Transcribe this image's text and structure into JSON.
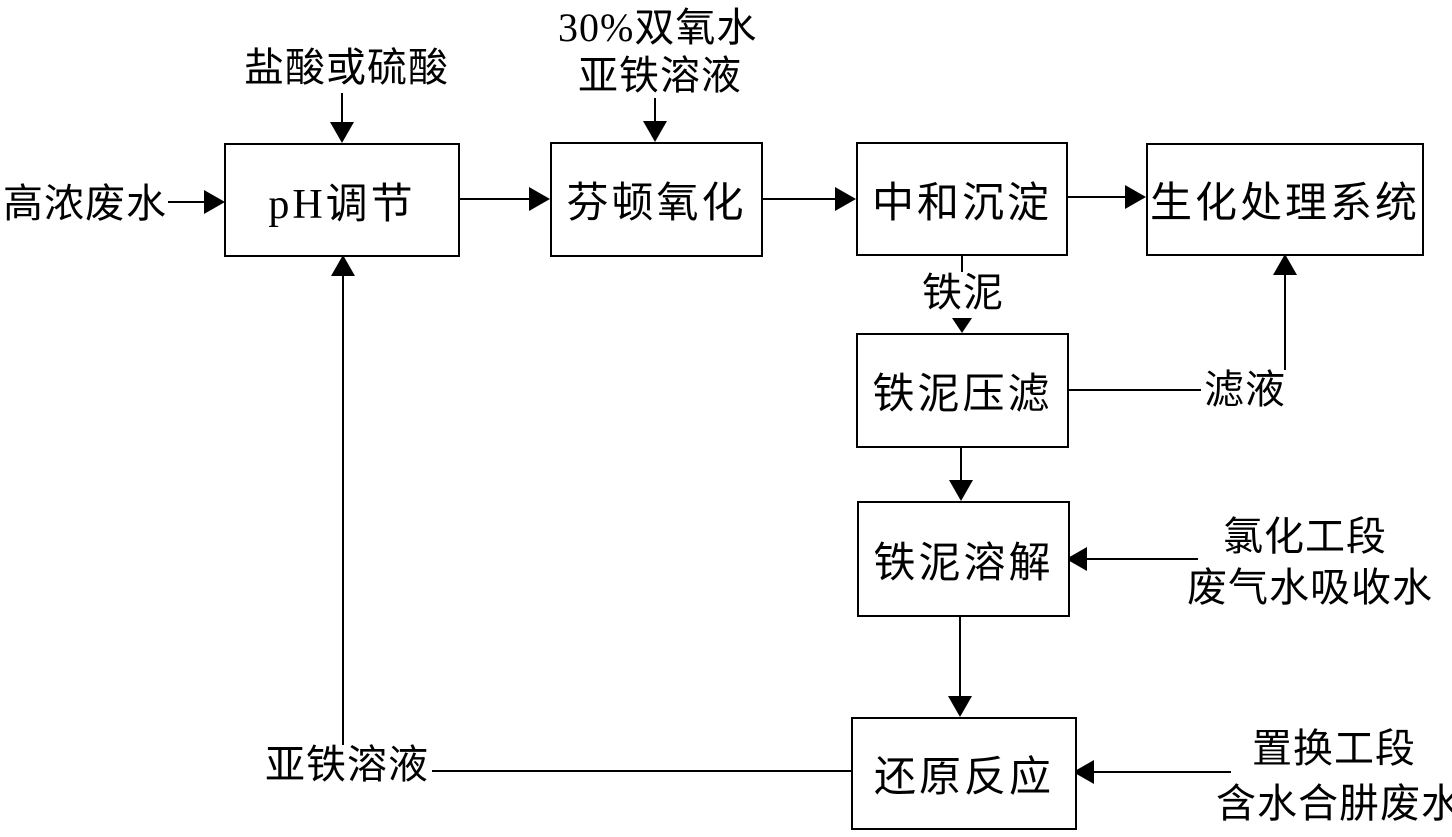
{
  "colors": {
    "line": "#000000",
    "background": "#ffffff"
  },
  "flowchart": {
    "boxes": {
      "ph_adjust": "pH调节",
      "fenton_oxidation": "芬顿氧化",
      "neutralization": "中和沉淀",
      "biochemical_system": "生化处理系统",
      "sludge_press": "铁泥压滤",
      "sludge_dissolve": "铁泥溶解",
      "reduction_reaction": "还原反应"
    },
    "labels": {
      "influent": "高浓废水",
      "acid_feed": "盐酸或硫酸",
      "peroxide_line1": "30%双氧水",
      "peroxide_line2": "亚铁溶液",
      "iron_sludge": "铁泥",
      "filtrate": "滤液",
      "chlorination_line1": "氯化工段",
      "chlorination_line2": "废气水吸收水",
      "replacement_line1": "置换工段",
      "replacement_line2": "含水合肼废水",
      "ferrous_return": "亚铁溶液"
    }
  }
}
